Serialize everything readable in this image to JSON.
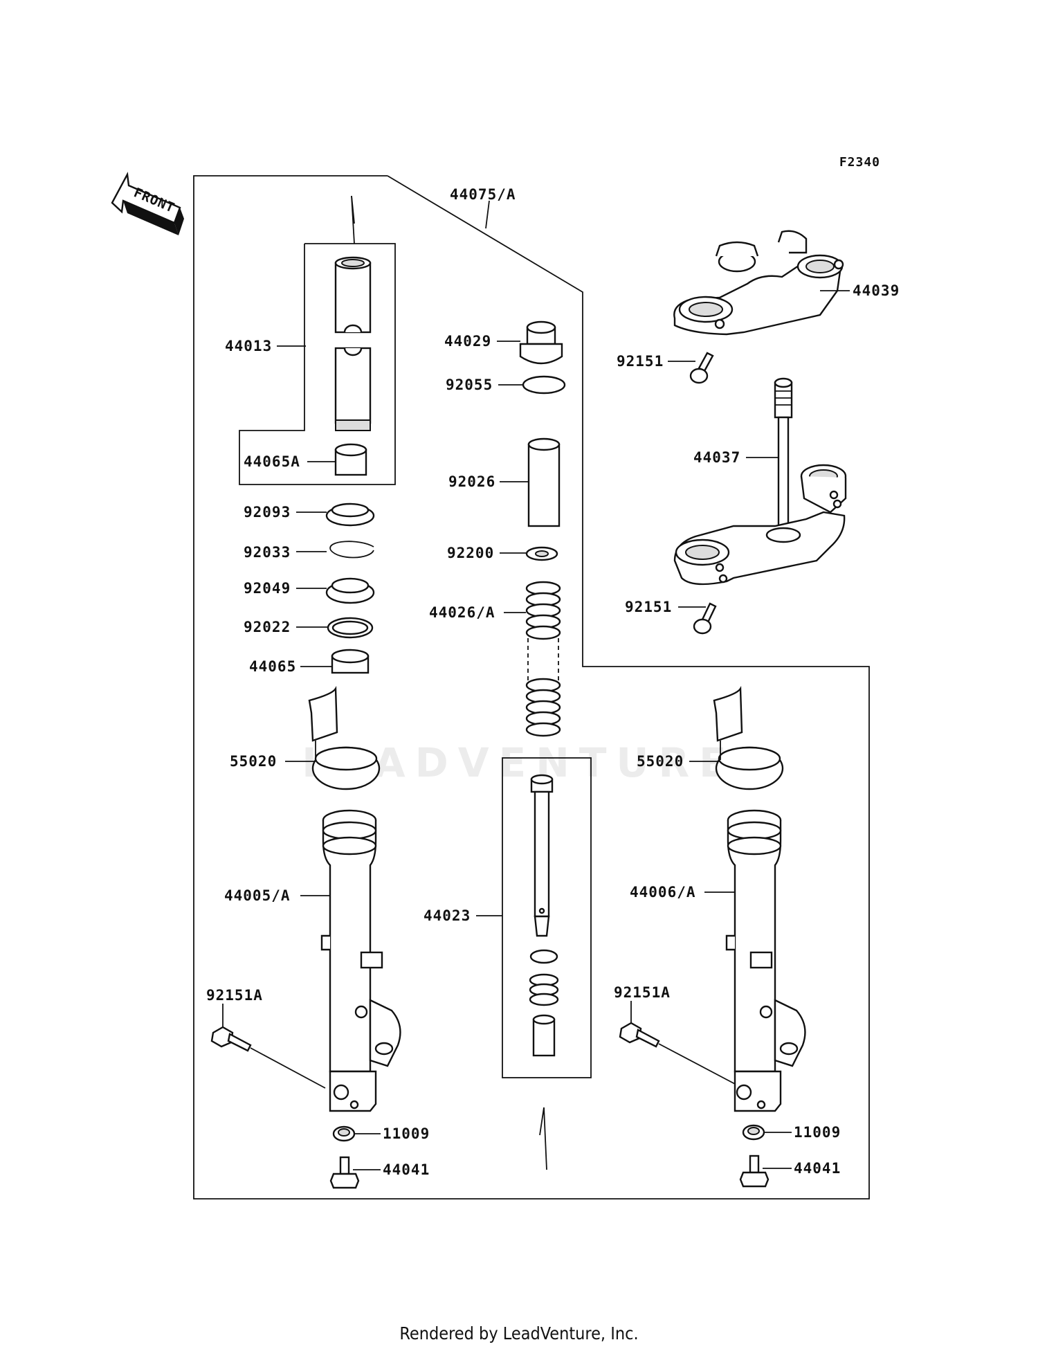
{
  "figure_code": "F2340",
  "front_label": "FRONT",
  "watermark": "LEADVENTURE",
  "footer": "Rendered by LeadVenture, Inc.",
  "parts": {
    "p44075": "44075/A",
    "p44039": "44039",
    "p92151_top": "92151",
    "p44037": "44037",
    "p92151_mid": "92151",
    "p44013": "44013",
    "p44065A": "44065A",
    "p92093": "92093",
    "p92033": "92033",
    "p92049": "92049",
    "p92022": "92022",
    "p44065": "44065",
    "p55020_left": "55020",
    "p55020_right": "55020",
    "p44005": "44005/A",
    "p44006": "44006/A",
    "p92151A_left": "92151A",
    "p92151A_right": "92151A",
    "p11009_left": "11009",
    "p11009_right": "11009",
    "p44041_left": "44041",
    "p44041_right": "44041",
    "p44029": "44029",
    "p92055": "92055",
    "p92026": "92026",
    "p92200": "92200",
    "p44026": "44026/A",
    "p44023": "44023"
  }
}
